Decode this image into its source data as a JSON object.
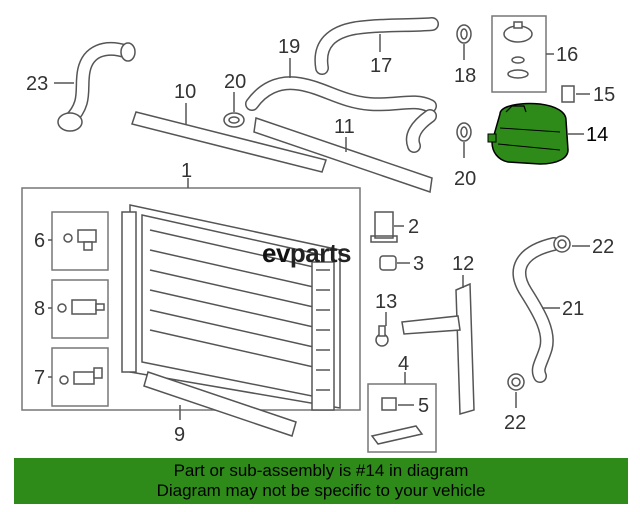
{
  "callouts": {
    "c1": "1",
    "c2": "2",
    "c3": "3",
    "c4": "4",
    "c5": "5",
    "c6": "6",
    "c7": "7",
    "c8": "8",
    "c9": "9",
    "c10": "10",
    "c11": "11",
    "c12": "12",
    "c13": "13",
    "c14": "14",
    "c15": "15",
    "c16": "16",
    "c17": "17",
    "c18": "18",
    "c19": "19",
    "c20a": "20",
    "c20b": "20",
    "c21": "21",
    "c22a": "22",
    "c22b": "22",
    "c23": "23"
  },
  "watermark": {
    "prefix": "ev",
    "suffix": "parts"
  },
  "banner": {
    "line1": "Part or sub-assembly is #14 in diagram",
    "line2": "Diagram may not be specific to your vehicle"
  },
  "colors": {
    "banner_bg": "#2e8b1a",
    "highlight_part": "#2e8b1a",
    "line_art": "#555555"
  }
}
